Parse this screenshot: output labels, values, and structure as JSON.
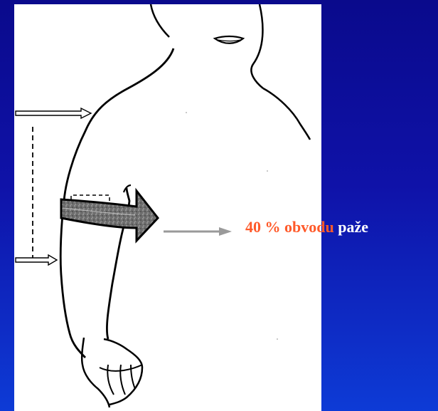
{
  "caption": {
    "highlight_text": "40 % obvodu",
    "normal_text": "paže",
    "highlight_color": "#ff5a2a",
    "normal_color": "#ffffff"
  },
  "background": {
    "top_color": "#0a0a8c",
    "bottom_color": "#0d3bd6"
  },
  "illustration": {
    "depicts": "upper-arm-with-cuff-and-arrows"
  }
}
